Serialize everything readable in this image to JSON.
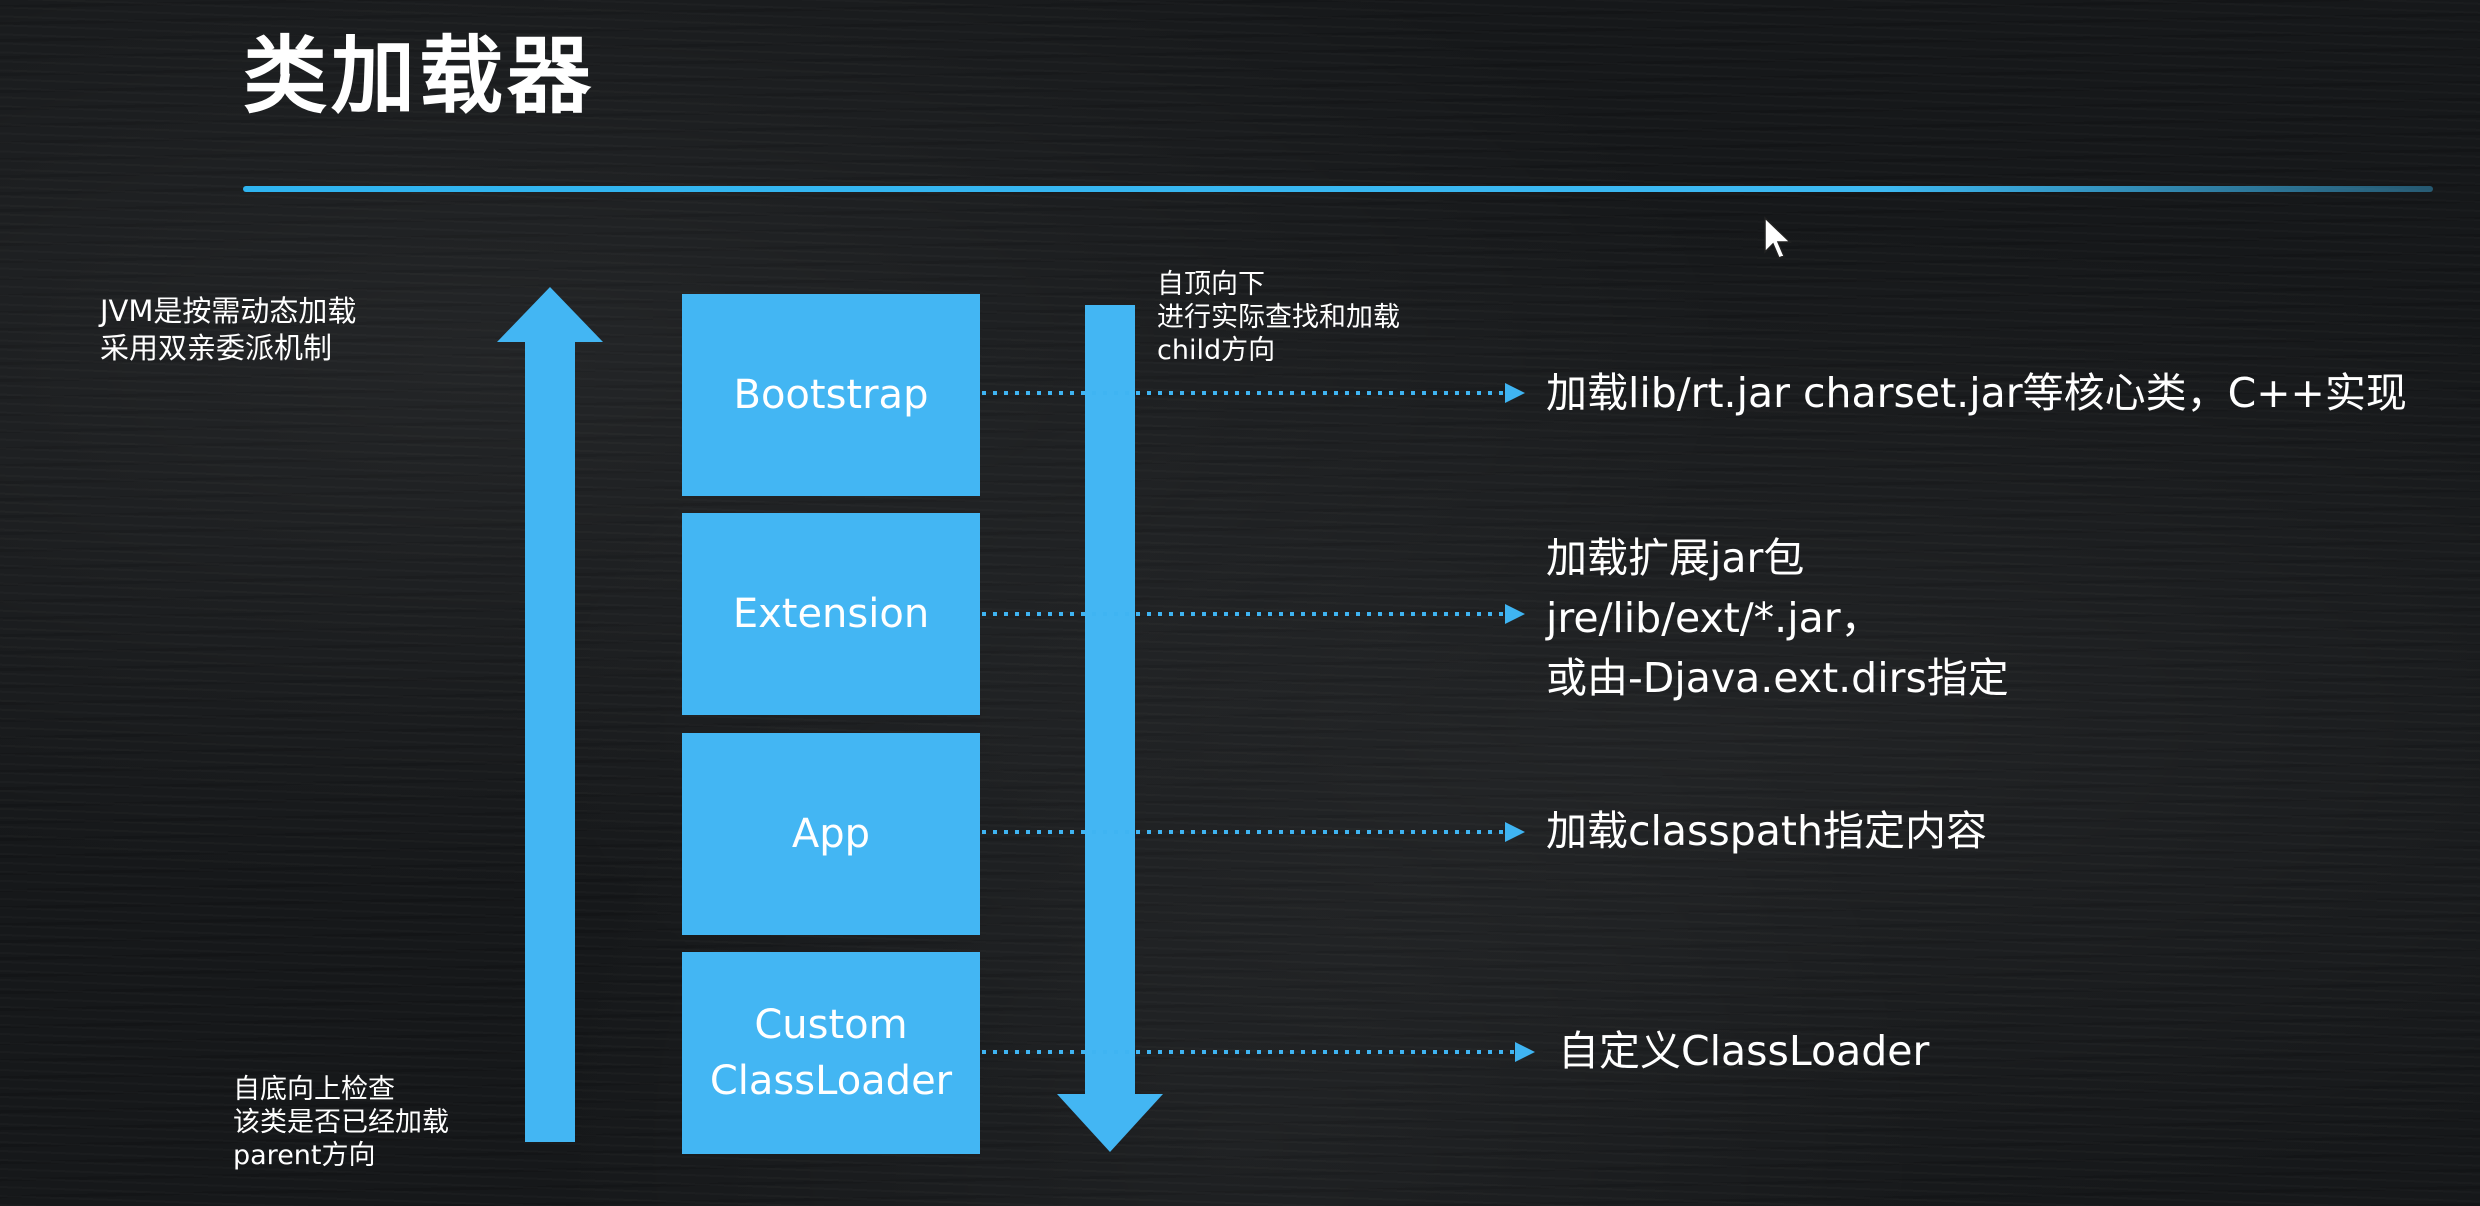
{
  "slide": {
    "title": "类加载器"
  },
  "notes": {
    "left_top": "JVM是按需动态加载\n采用双亲委派机制",
    "left_bottom": "自底向上检查\n该类是否已经加载\nparent方向",
    "right_top": "自顶向下\n进行实际查找和加载\nchild方向"
  },
  "loaders": [
    {
      "label": "Bootstrap",
      "description": "加载lib/rt.jar charset.jar等核心类，C++实现"
    },
    {
      "label": "Extension",
      "description": "加载扩展jar包\njre/lib/ext/*.jar，\n或由-Djava.ext.dirs指定"
    },
    {
      "label": "App",
      "description": "加载classpath指定内容"
    },
    {
      "label": "Custom\nClassLoader",
      "description": "自定义ClassLoader"
    }
  ],
  "colors": {
    "accent": "#43b6f3",
    "background": "#16181a",
    "text": "#ffffff"
  },
  "icons": {
    "up_arrow": "arrow-up-icon",
    "down_arrow": "arrow-down-icon",
    "cursor": "mouse-pointer-icon"
  }
}
